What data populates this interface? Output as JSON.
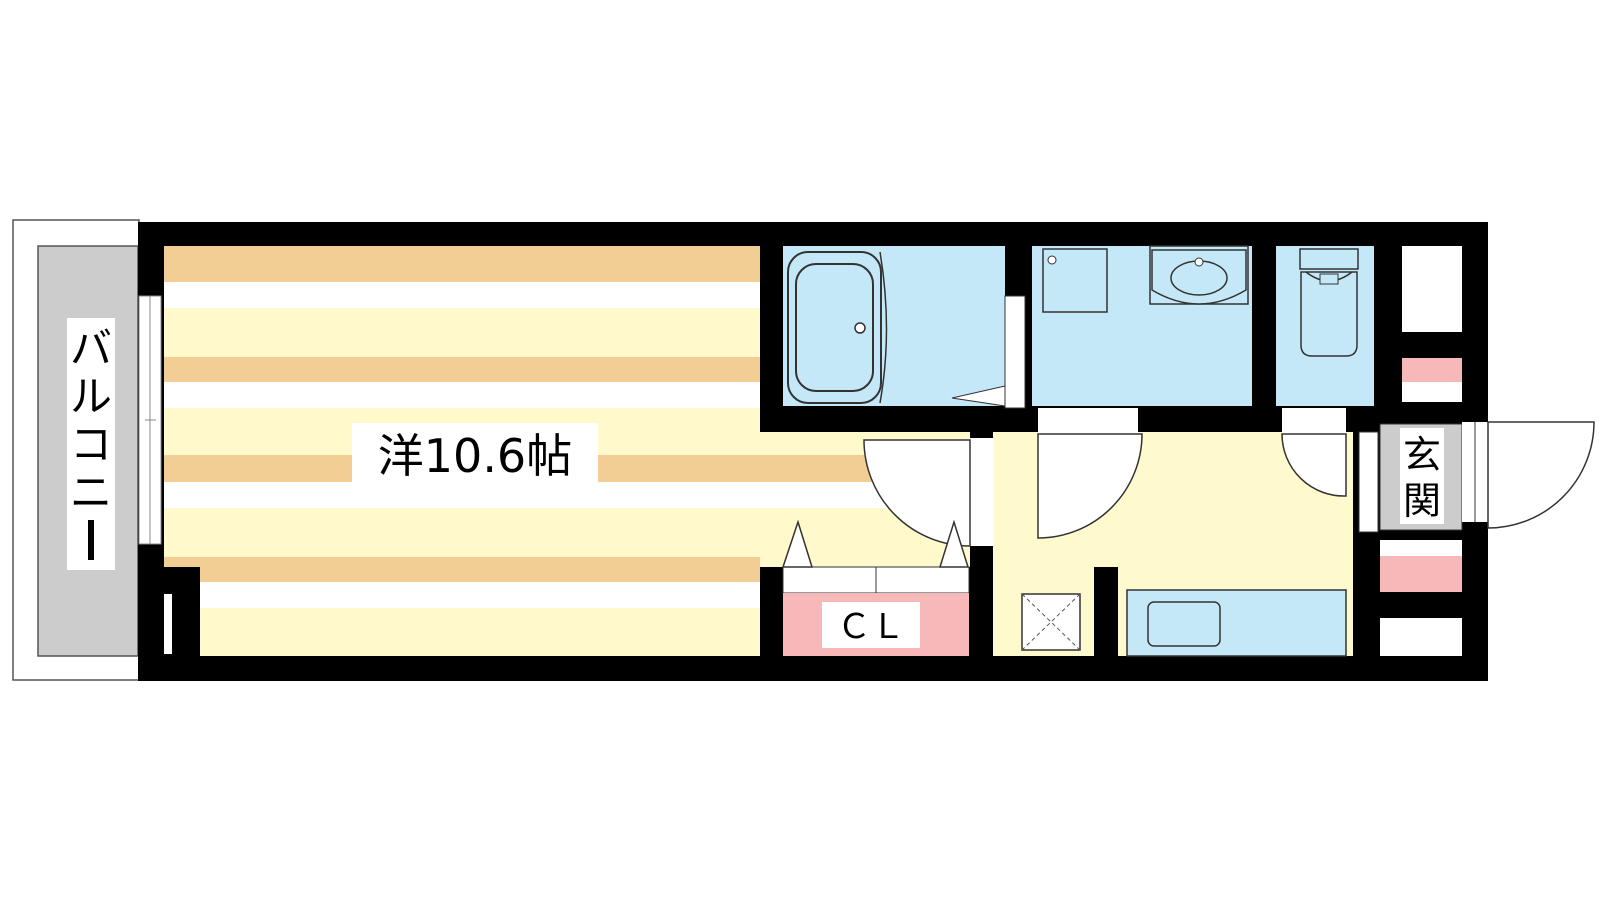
{
  "floor_plan": {
    "rooms": {
      "western_room": {
        "label": "洋10.6帖"
      },
      "closet": {
        "label": "ＣＬ"
      },
      "balcony": {
        "label_chars": [
          "バ",
          "ル",
          "コ",
          "ニ",
          "ー"
        ]
      },
      "entrance": {
        "label_chars": [
          "玄",
          "関"
        ]
      }
    },
    "colors": {
      "wall": "#000000",
      "room_stripe_tan": "#F2CE95",
      "room_stripe_cream": "#FFF9CC",
      "kitchen_floor": "#FFFACD",
      "wet_area": "#C4E8F8",
      "closet_pink": "#F6B8B8",
      "balcony_gray": "#CCCCCC",
      "entrance_gray": "#CCCCCC",
      "shoe_rack_pink": "#F6B8B8"
    }
  }
}
